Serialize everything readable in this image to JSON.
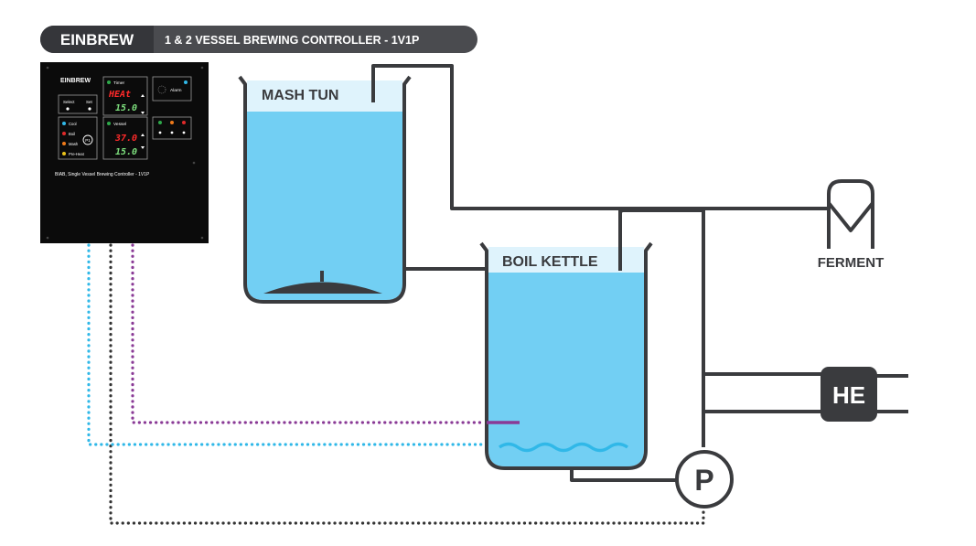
{
  "header": {
    "brand": "EINBREW",
    "subtitle": "1 & 2 VESSEL BREWING CONTROLLER - 1V1P"
  },
  "controller": {
    "brand": "EINBREW",
    "select_label": "Select",
    "set_label": "Set",
    "timer_label": "Timer",
    "timer_display_top": "HEAt",
    "timer_display_bottom": "15.0",
    "alarm_label": "Alarm",
    "mode_labels": [
      "Cool",
      "Boil",
      "Mash",
      "Pre-Heat"
    ],
    "p1_label": "P1",
    "vessel_label": "Vessel",
    "vessel_display_top": "37.0",
    "vessel_display_bottom": "15.0",
    "model_text": "BIAB, Single Vessel Brewing Controller - 1V1P"
  },
  "vessels": {
    "mash_tun": "MASH TUN",
    "boil_kettle": "BOIL KETTLE"
  },
  "equipment": {
    "ferment": "FERMENT",
    "heat_exchanger": "HE",
    "pump": "P"
  },
  "colors": {
    "header_bar": "#4a4b4f",
    "brand_box": "#35363a",
    "controller_panel": "#0b0b0b",
    "liquid": "#72cff3",
    "liquid_top": "#dff3fc",
    "pipe": "#3a3b3e",
    "sensor_line": "#30b8e8",
    "element_line": "#8a3a96",
    "pump_line": "#333333",
    "display_red": "#ff2a2a",
    "display_green": "#7ee07e"
  }
}
